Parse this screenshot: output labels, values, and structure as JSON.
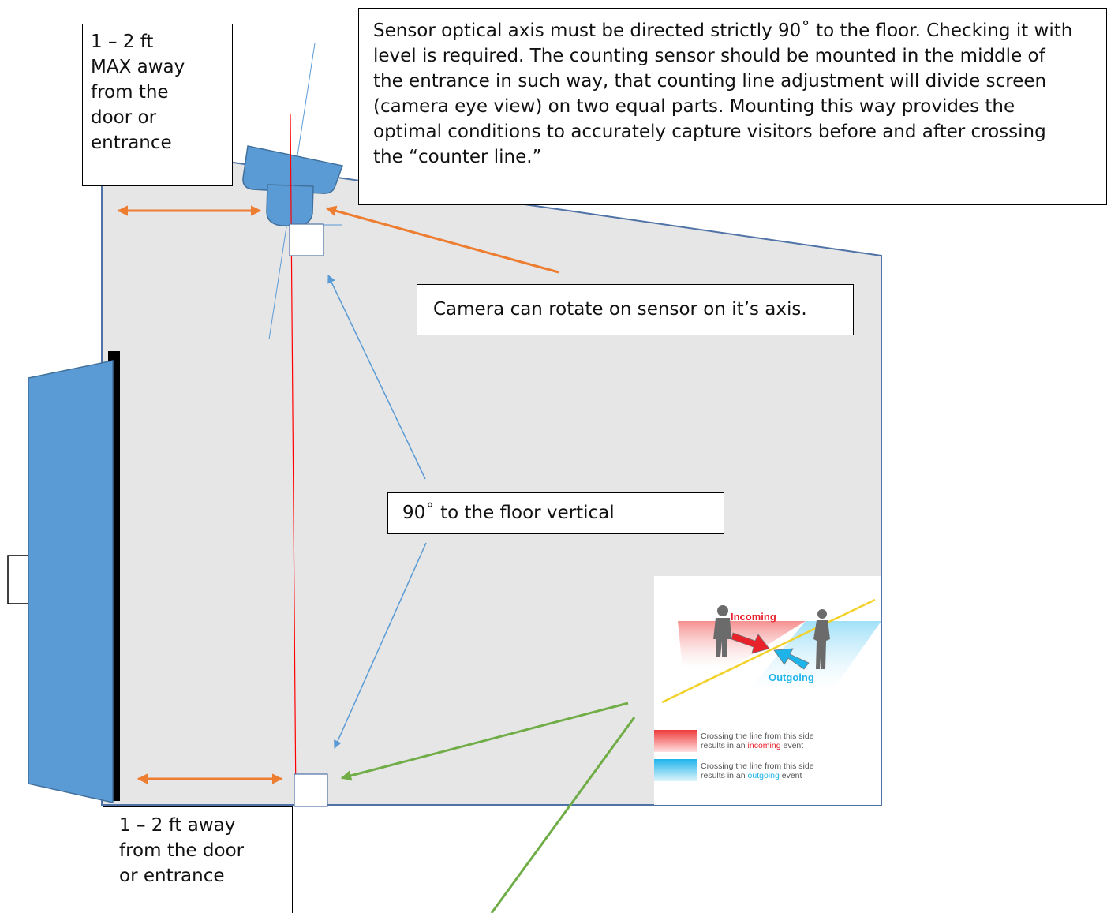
{
  "sensor_note": {
    "lines": [
      "Sensor optical axis must be directed strictly 90˚ to the floor. Checking it with",
      "level is required. The counting sensor should be mounted in the middle of",
      "the entrance in such way, that counting line adjustment will divide screen",
      "(camera eye view) on two equal parts. Mounting this way provides the",
      "optimal conditions to accurately capture visitors before and after crossing",
      "the “counter line.”"
    ]
  },
  "max_distance_note": {
    "lines": [
      "1 – 2 ft",
      "MAX away",
      "from the",
      "door or",
      "entrance"
    ]
  },
  "camera_note": {
    "text": "Camera can rotate on sensor on it’s axis."
  },
  "vertical_note": {
    "text": "90˚ to the floor vertical"
  },
  "floor_distance_note": {
    "lines": [
      "1 – 2 ft away",
      "from the door",
      "or entrance"
    ]
  },
  "legend": {
    "incoming_label": "Incoming",
    "outgoing_label": "Outgoing",
    "incoming_desc": {
      "line1": "Crossing the line from this side",
      "line2_prefix": "results in an ",
      "line2_highlight": "incoming",
      "line2_suffix": " event"
    },
    "outgoing_desc": {
      "line1": "Crossing the line from this side",
      "line2_prefix": "results in an ",
      "line2_highlight": "outgoing",
      "line2_suffix": " event"
    }
  },
  "colors": {
    "room_fill": "#e6e6e6",
    "room_outline": "#4f73a6",
    "door": "#5b9bd5",
    "sensor": "#5b9bd5",
    "orange_arrow": "#ed7d31",
    "blue_arrow": "#5b9bd5",
    "green_arrow": "#70ad47",
    "axis_line": "#ff0000",
    "incoming": "#e8212b",
    "outgoing": "#1eb4ea"
  }
}
